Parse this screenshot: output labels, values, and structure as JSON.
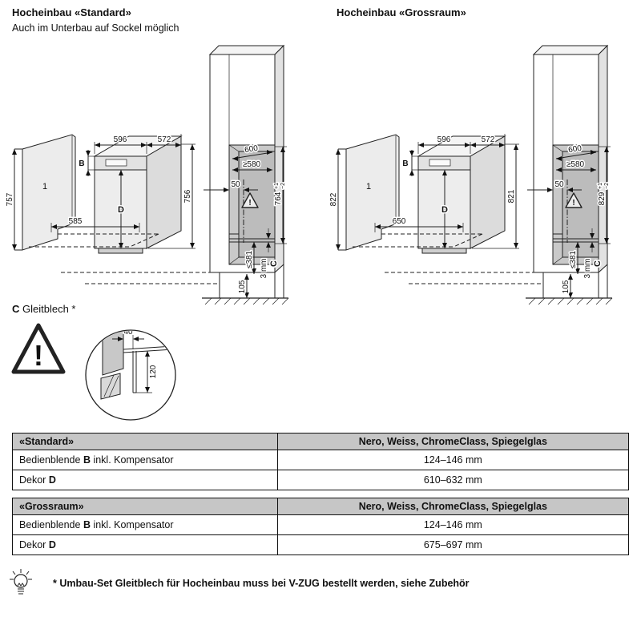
{
  "titles": {
    "standard": "Hocheinbau «Standard»",
    "standard_sub": "Auch im Unterbau auf Sockel möglich",
    "grossraum": "Hocheinbau «Grossraum»"
  },
  "standard": {
    "item": "1",
    "door_height": "757",
    "pullout": "585",
    "width": "596",
    "depth": "572",
    "b": "B",
    "d": "D",
    "front_height": "756",
    "niche_depth": "600",
    "min_depth": "≥580",
    "clearance": "50",
    "warning": "!",
    "niche_height": "764",
    "tol_up": "+1",
    "tol_down": "−2",
    "max_below": "≤381",
    "plate_thickness": "3 mm",
    "plate": "C",
    "plinth": "105"
  },
  "grossraum": {
    "item": "1",
    "door_height": "822",
    "pullout": "650",
    "width": "596",
    "depth": "572",
    "b": "B",
    "d": "D",
    "front_height": "821",
    "niche_depth": "600",
    "min_depth": "≥580",
    "clearance": "50",
    "warning": "!",
    "niche_height": "829",
    "tol_up": "+1",
    "tol_down": "−2",
    "max_below": "≤381",
    "plate_thickness": "3 mm",
    "plate": "C",
    "plinth": "105"
  },
  "detail": {
    "label_bold": "C",
    "label_rest": " Gleitblech *",
    "warning_mark": "!",
    "dim_offset": "40",
    "dim_flange": "120"
  },
  "tables": {
    "standard": {
      "name": "«Standard»",
      "colors": "Nero, Weiss, ChromeClass, Spiegelglas",
      "rows": [
        {
          "prefix": "Bedienblende ",
          "bold": "B",
          "suffix": " inkl. Kompensator",
          "value": "124–146 mm"
        },
        {
          "prefix": "Dekor ",
          "bold": "D",
          "suffix": "",
          "value": "610–632 mm"
        }
      ]
    },
    "grossraum": {
      "name": "«Grossraum»",
      "colors": "Nero, Weiss, ChromeClass, Spiegelglas",
      "rows": [
        {
          "prefix": "Bedienblende ",
          "bold": "B",
          "suffix": " inkl. Kompensator",
          "value": "124–146 mm"
        },
        {
          "prefix": "Dekor ",
          "bold": "D",
          "suffix": "",
          "value": "675–697 mm"
        }
      ]
    }
  },
  "footnote": "* Umbau-Set Gleitblech für Hocheinbau muss bei V-ZUG bestellt werden, siehe Zubehör"
}
